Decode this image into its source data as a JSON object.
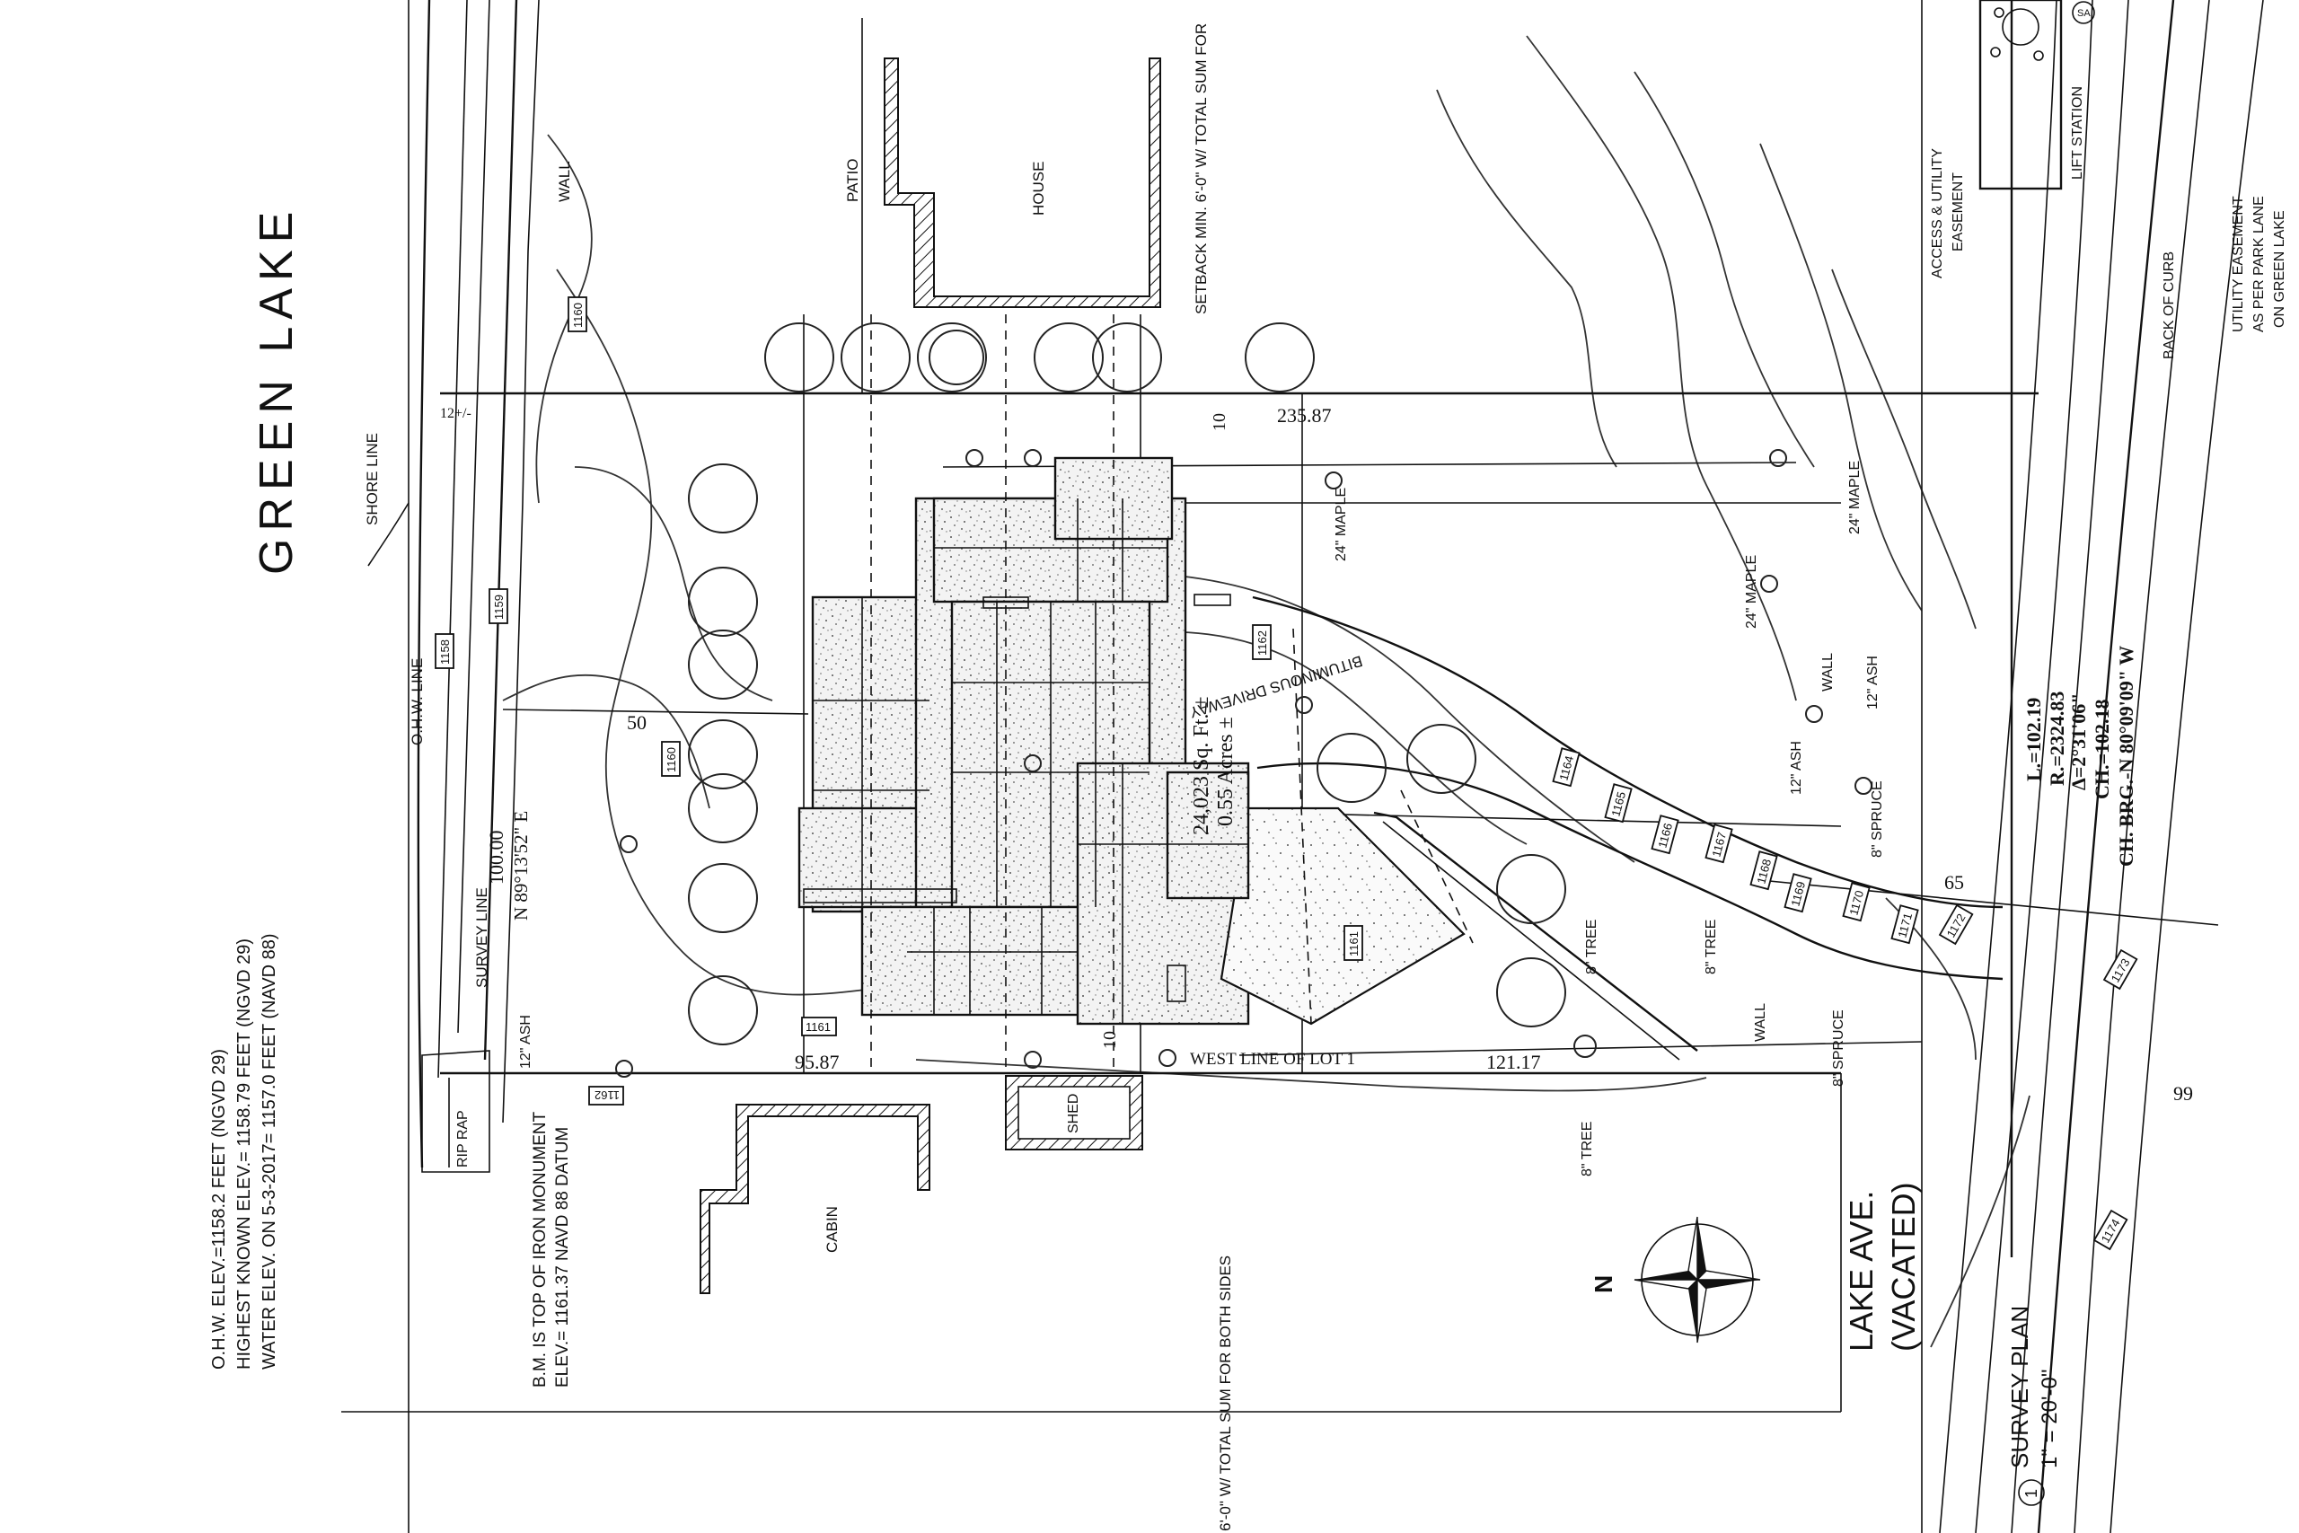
{
  "title_block": {
    "number": "1",
    "title": "SURVEY PLAN",
    "scale": "1\" = 20'-0\""
  },
  "water": {
    "name": "GREEN LAKE"
  },
  "notes": {
    "ohw": "O.H.W. ELEV.=1158.2 FEET (NGVD 29)",
    "highest": "HIGHEST KNOWN ELEV.= 1158.79 FEET (NGVD 29)",
    "water_elev": "WATER ELEV. ON 5-3-2017= 1157.0 FEET (NAVD 88)",
    "bm1": "B.M. IS TOP OF IRON MONUMENT",
    "bm2": "ELEV.= 1161.37 NAVD 88 DATUM"
  },
  "labels": {
    "shore_line": "SHORE LINE",
    "ohw_line": "O.H.W. LINE",
    "survey_line": "SURVEY LINE",
    "wall": "WALL",
    "rip_rap": "RIP RAP",
    "patio": "PATIO",
    "house": "HOUSE",
    "cabin": "CABIN",
    "shed": "SHED",
    "setback_top": "SETBACK MIN. 6'-0\" W/ TOTAL SUM FOR",
    "setback_bottom": "6'-0\" W/ TOTAL SUM FOR BOTH SIDES",
    "west_line": "WEST LINE OF LOT 1",
    "driveway": "BITUMINOUS DRIVEWAY",
    "area_sqft": "24,023 Sq. Ft. ±",
    "area_acres": "0.55 Acres ±",
    "lake_ave": "LAKE AVE.",
    "vacated": "(VACATED)",
    "north": "N",
    "lift_station": "LIFT STATION",
    "access_1": "ACCESS & UTILITY",
    "access_2": "EASEMENT",
    "back_of_curb": "BACK OF CURB",
    "util_1": "UTILITY EASEMENT",
    "util_2": "AS PER PARK LANE",
    "util_3": "ON GREEN LAKE",
    "sa": "SA"
  },
  "dimensions": {
    "d_235": "235.87",
    "d_12": "12+/-",
    "d_10a": "10",
    "d_10b": "10",
    "d_50": "50",
    "d_100": "100.00",
    "bearing": "N 89°13'52\" E",
    "d_95": "95.87",
    "d_121": "121.17",
    "d_65": "65",
    "d_99": "99"
  },
  "curve": {
    "l": "L.=102.19",
    "r": "R.=2324.83",
    "delta": "Δ=2°31'06\"",
    "ch": "CH.=102.18",
    "brg": "CH. BRG.-N 80°09'09\" W"
  },
  "trees": {
    "t1": "24\" MAPLE",
    "t2": "24\" MAPLE",
    "t3": "24\" MAPLE",
    "t4": "12\" ASH",
    "t5": "12\" ASH",
    "t6": "12\" ASH",
    "t7": "8\" SPRUCE",
    "t8": "8\" SPRUCE",
    "t9": "8\" TREE",
    "t10": "8\" TREE",
    "t11": "8\" TREE",
    "wall_a": "WALL",
    "wall_b": "WALL"
  },
  "contours": {
    "c1158": "1158",
    "c1159": "1159",
    "c1160a": "1160",
    "c1160b": "1160",
    "c1161a": "1161",
    "c1161b": "1161",
    "c1162a": "1162",
    "c1162b": "1162",
    "c1164": "1164",
    "c1165": "1165",
    "c1166": "1166",
    "c1167": "1167",
    "c1168": "1168",
    "c1169": "1169",
    "c1170": "1170",
    "c1171": "1171",
    "c1172": "1172",
    "c1173": "1173",
    "c1174": "1174"
  }
}
